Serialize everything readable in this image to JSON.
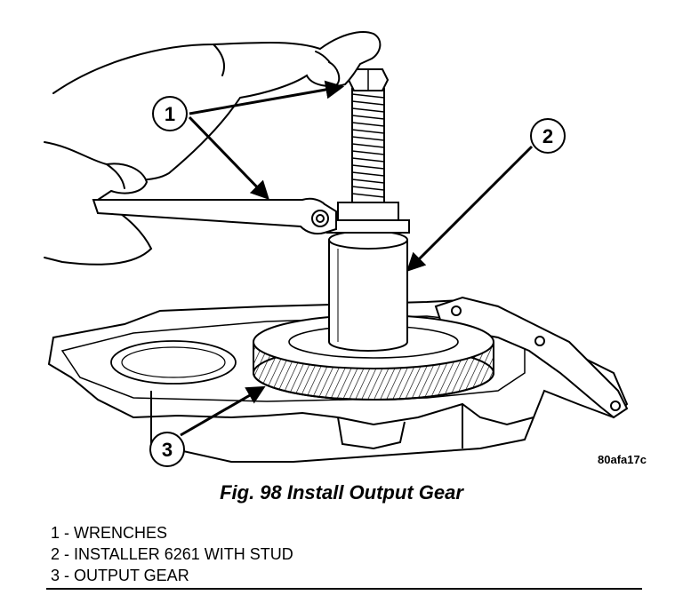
{
  "figure": {
    "caption": "Fig. 98 Install Output Gear",
    "image_code": "80afa17c",
    "callouts": [
      "1",
      "2",
      "3"
    ]
  },
  "legend": {
    "items": [
      "1 - WRENCHES",
      "2 - INSTALLER 6261 WITH STUD",
      "3 - OUTPUT GEAR"
    ]
  }
}
